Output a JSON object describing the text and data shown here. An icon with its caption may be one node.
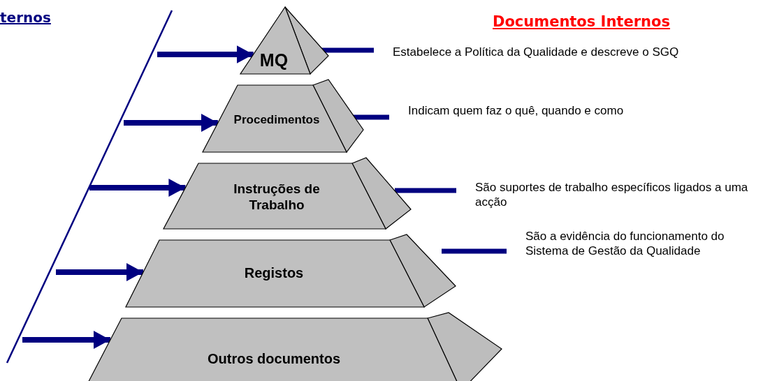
{
  "diagram": {
    "title": "Documentos Internos",
    "nodes": [
      {
        "text": [
          "MQ"
        ]
      },
      {
        "text": [
          "Procedimentos"
        ]
      },
      {
        "text": [
          "Instruções de Trabalho"
        ]
      },
      {
        "text": [
          "Registos"
        ]
      },
      {
        "text": [
          "Outros documentos"
        ]
      },
      {
        "text": [
          "Estabelece a Política da Qualidade e descreve o SGQ"
        ]
      },
      {
        "text": [
          "Indicam quem faz o quê, quando e como"
        ]
      },
      {
        "text": [
          "São suportes de trabalho específicos ligados a uma acção"
        ]
      },
      {
        "text": [
          "São a evidência do funcionamento do Sistema de Gestão da Qualidade"
        ]
      }
    ],
    "edges": [
      {
        "from": null,
        "to": 0,
        "arrow": "to"
      },
      {
        "from": null,
        "to": 1,
        "arrow": "to"
      },
      {
        "from": null,
        "to": 2,
        "arrow": "to"
      },
      {
        "from": null,
        "to": 3,
        "arrow": "to"
      },
      {
        "from": null,
        "to": 4,
        "arrow": "to"
      },
      {
        "from": 5,
        "to": 0,
        "arrow": "none"
      },
      {
        "from": 6,
        "to": 1,
        "arrow": "none"
      },
      {
        "from": 7,
        "to": 2,
        "arrow": "none"
      },
      {
        "from": 8,
        "to": 3,
        "arrow": "none"
      }
    ],
    "labels": [
      "ternos"
    ]
  }
}
